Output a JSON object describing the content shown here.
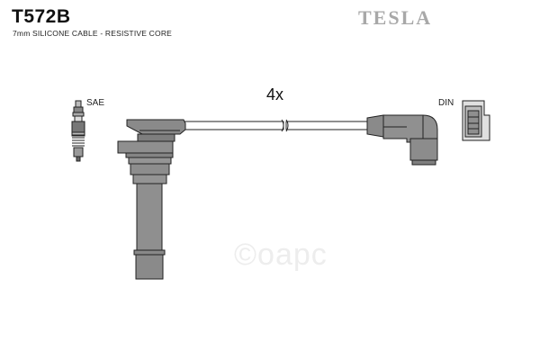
{
  "header": {
    "part_code": "T572B",
    "brand": "TESLA",
    "cable_spec": "7mm SILICONE CABLE - RESISTIVE CORE"
  },
  "diagram": {
    "left_connector_label": "SAE",
    "right_connector_label": "DIN",
    "quantity_label": "4x",
    "watermark_text": "©oapc"
  },
  "colors": {
    "boot_fill": "#8f8f8f",
    "outline": "#222222",
    "brand": "#a8a8a8"
  }
}
